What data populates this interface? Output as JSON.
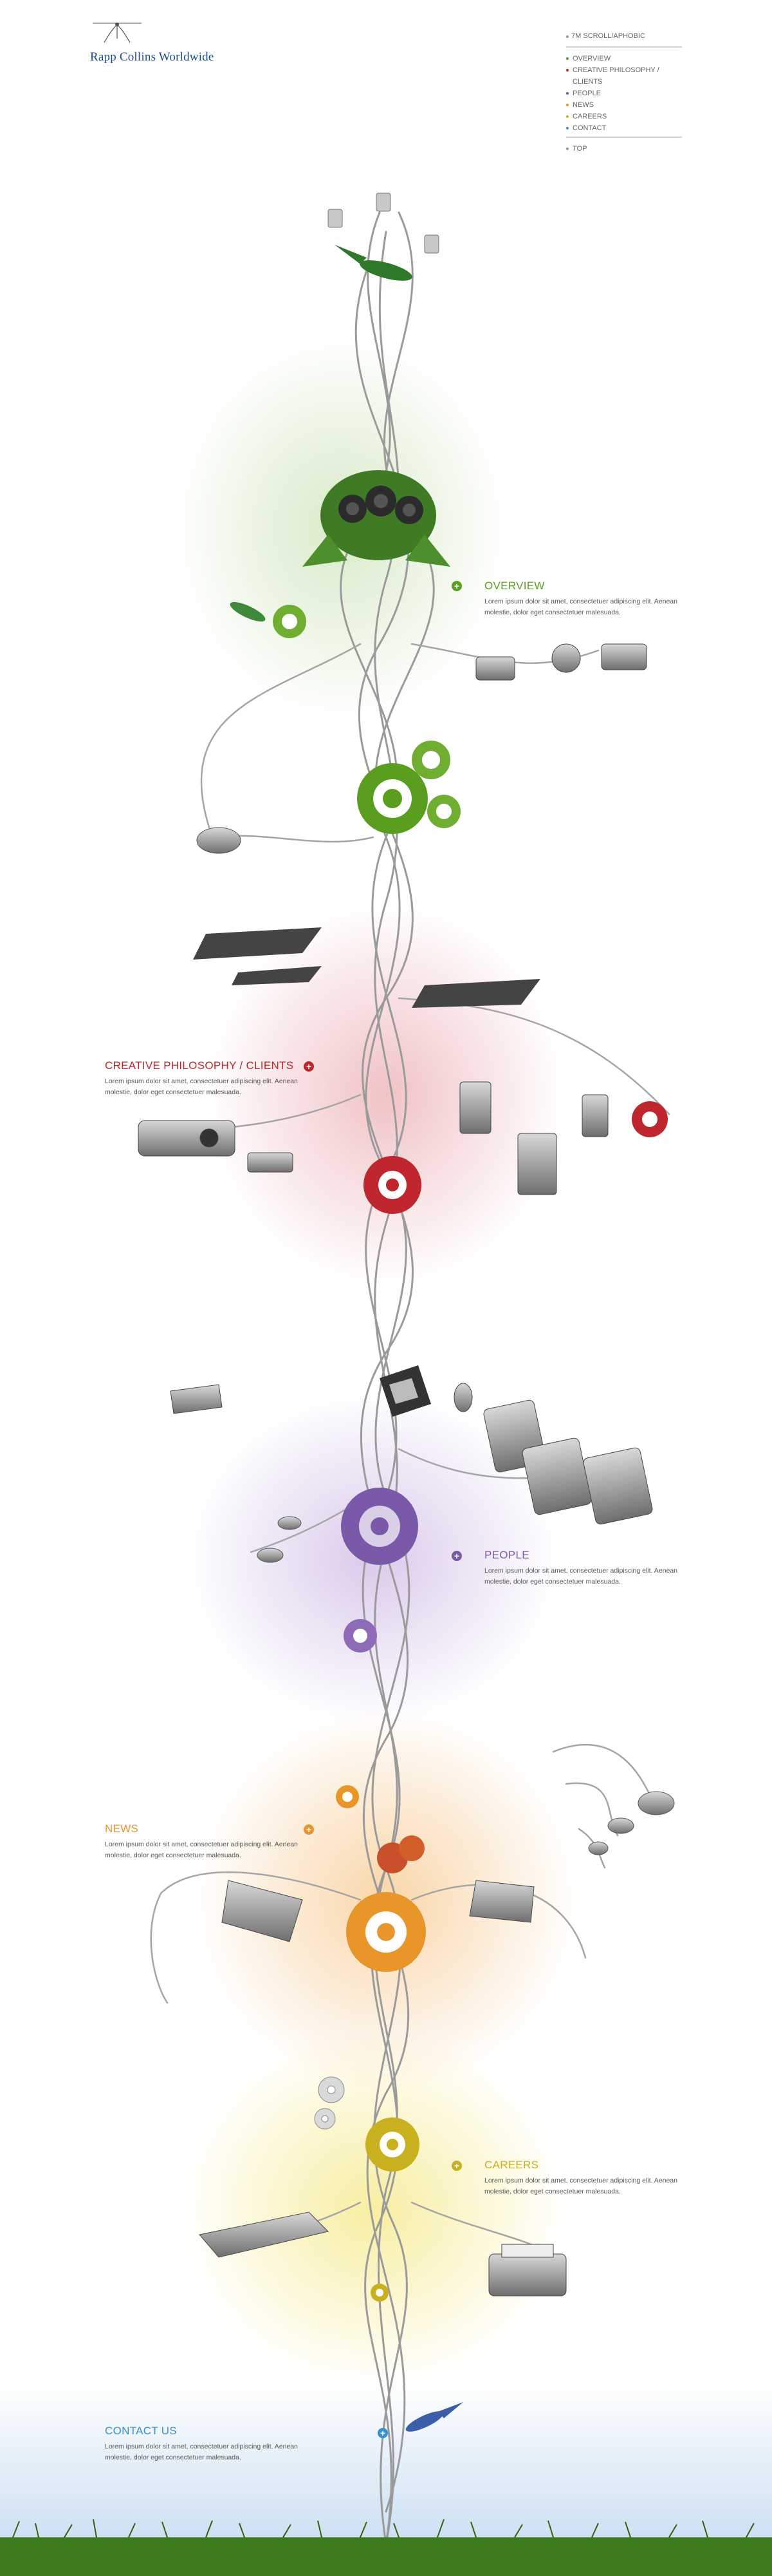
{
  "brand": {
    "name": "Rapp Collins Worldwide",
    "color": "#1f4e8c"
  },
  "topnav": {
    "hint": "7M SCROLL/APHOBIC",
    "items": [
      {
        "label": "OVERVIEW",
        "color": "#5a9e1f"
      },
      {
        "label": "CREATIVE PHILOSOPHY / CLIENTS",
        "color": "#c0262d"
      },
      {
        "label": "PEOPLE",
        "color": "#7a5aa8"
      },
      {
        "label": "NEWS",
        "color": "#e8962a"
      },
      {
        "label": "CAREERS",
        "color": "#c9b01e"
      },
      {
        "label": "CONTACT",
        "color": "#3a8fcf"
      }
    ],
    "top_label": "TOP"
  },
  "sections": {
    "overview": {
      "title": "OVERVIEW",
      "color": "#5a9e1f",
      "text": "Lorem ipsum dolor sit amet, consectetuer adipiscing elit. Aenean molestie, dolor eget consectetuer malesuada."
    },
    "creative": {
      "title": "CREATIVE PHILOSOPHY / CLIENTS",
      "color": "#c0262d",
      "text": "Lorem ipsum dolor sit amet, consectetuer adipiscing elit. Aenean molestie, dolor eget consectetuer malesuada."
    },
    "people": {
      "title": "PEOPLE",
      "color": "#7a5aa8",
      "text": "Lorem ipsum dolor sit amet, consectetuer adipiscing elit. Aenean molestie, dolor eget consectetuer malesuada."
    },
    "news": {
      "title": "NEWS",
      "color": "#e8962a",
      "text": "Lorem ipsum dolor sit amet, consectetuer adipiscing elit. Aenean molestie, dolor eget consectetuer malesuada."
    },
    "careers": {
      "title": "CAREERS",
      "color": "#c9b01e",
      "text": "Lorem ipsum dolor sit amet, consectetuer adipiscing elit. Aenean molestie, dolor eget consectetuer malesuada."
    },
    "contact": {
      "title": "CONTACT US",
      "color": "#3a8fcf",
      "text": "Lorem ipsum dolor sit amet, consectetuer adipiscing elit. Aenean molestie, dolor eget consectetuer malesuada."
    }
  },
  "icons": {
    "plus": "+",
    "logo": "bird-logo-icon",
    "hummingbird": "hummingbird-icon",
    "webcam": "webcam-icon",
    "camcorder": "camcorder-icon",
    "mouse": "mouse-icon",
    "router": "router-icon",
    "projector": "projector-icon",
    "mp3": "mp3-player-icon",
    "chip": "chip-icon",
    "photo_frame": "photo-frame-icon",
    "laptop": "laptop-icon",
    "cd": "cd-icon",
    "keyboard": "keyboard-icon",
    "printer": "printer-icon",
    "grass": "grass-icon"
  }
}
